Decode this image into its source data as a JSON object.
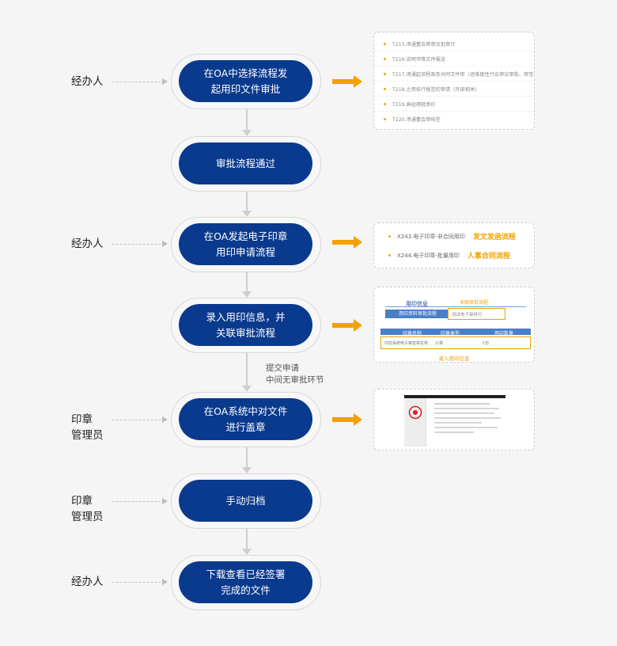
{
  "nodes": [
    {
      "id": "select-flow",
      "label": "在OA中选择流程发\n起用印文件审批"
    },
    {
      "id": "approved",
      "label": "审批流程通过"
    },
    {
      "id": "launch-seal",
      "label": "在OA发起电子印章\n用印申请流程"
    },
    {
      "id": "enter-info",
      "label": "录入用印信息，并\n关联审批流程"
    },
    {
      "id": "seal-file",
      "label": "在OA系统中对文件\n进行盖章"
    },
    {
      "id": "archive",
      "label": "手动归档"
    },
    {
      "id": "download",
      "label": "下载查看已经签署\n完成的文件"
    }
  ],
  "actors": [
    "经办人",
    "经办人",
    "印章\n管理员",
    "印章\n管理员",
    "经办人"
  ],
  "submit_note": "提交申请\n中间无审批环节",
  "panel1_items": [
    "T215.须通董会审审议批审计",
    "T216.说明书等文件报送",
    "T217.须通起流程政及共同文件审（运维度性行会审议审批、审签执行）",
    "T218.之用技行报签的审请（外部相关）",
    "T219.高经理批审价",
    "T220.须通董会审核签"
  ],
  "panel2": [
    {
      "code": "X243.电子印章-非合同用印",
      "tag": "发文发函流程"
    },
    {
      "code": "X244.电子印章-批量用印",
      "tag": "人事合同流程"
    }
  ],
  "panel3": {
    "section": "用印信息",
    "assoc_label": "关联审批流程",
    "row_label": "用印资料审批流程",
    "row_value": "测试电子审核行",
    "col_headers": [
      "印章名称",
      "印章类型",
      "用印数量"
    ],
    "cells": [
      "内控系统电子审签章名称",
      "公章",
      "1份"
    ],
    "footer": "录入用印信息"
  },
  "colors": {
    "node": "#0a3a8e",
    "accent": "#f2a100",
    "background": "#f5f5f5"
  }
}
